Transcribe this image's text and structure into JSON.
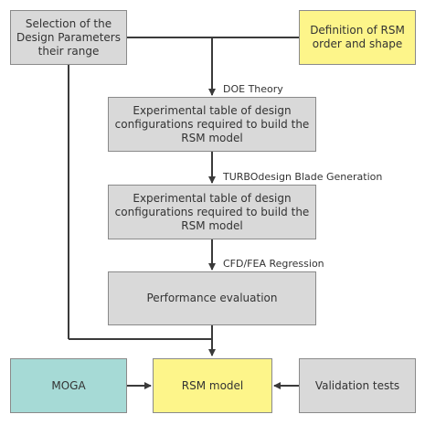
{
  "nodes": {
    "selection": "Selection of the\nDesign Parameters\ntheir range",
    "rsm_definition": "Definition of RSM\norder and shape",
    "experimental_table_1": "Experimental table of design\nconfigurations required to build the\nRSM model",
    "experimental_table_2": "Experimental table of design\nconfigurations required to build the\nRSM model",
    "performance": "Performance evaluation",
    "moga": "MOGA",
    "rsm_model": "RSM model",
    "validation": "Validation tests"
  },
  "edge_labels": {
    "doe": "DOE Theory",
    "turbodesign": "TURBOdesign Blade Generation",
    "cfd": "CFD/FEA Regression"
  },
  "colors": {
    "gray_box": "#d9d9d9",
    "yellow_box": "#fdf58a",
    "teal_box": "#a6dad6",
    "line": "#3a3a3a"
  }
}
